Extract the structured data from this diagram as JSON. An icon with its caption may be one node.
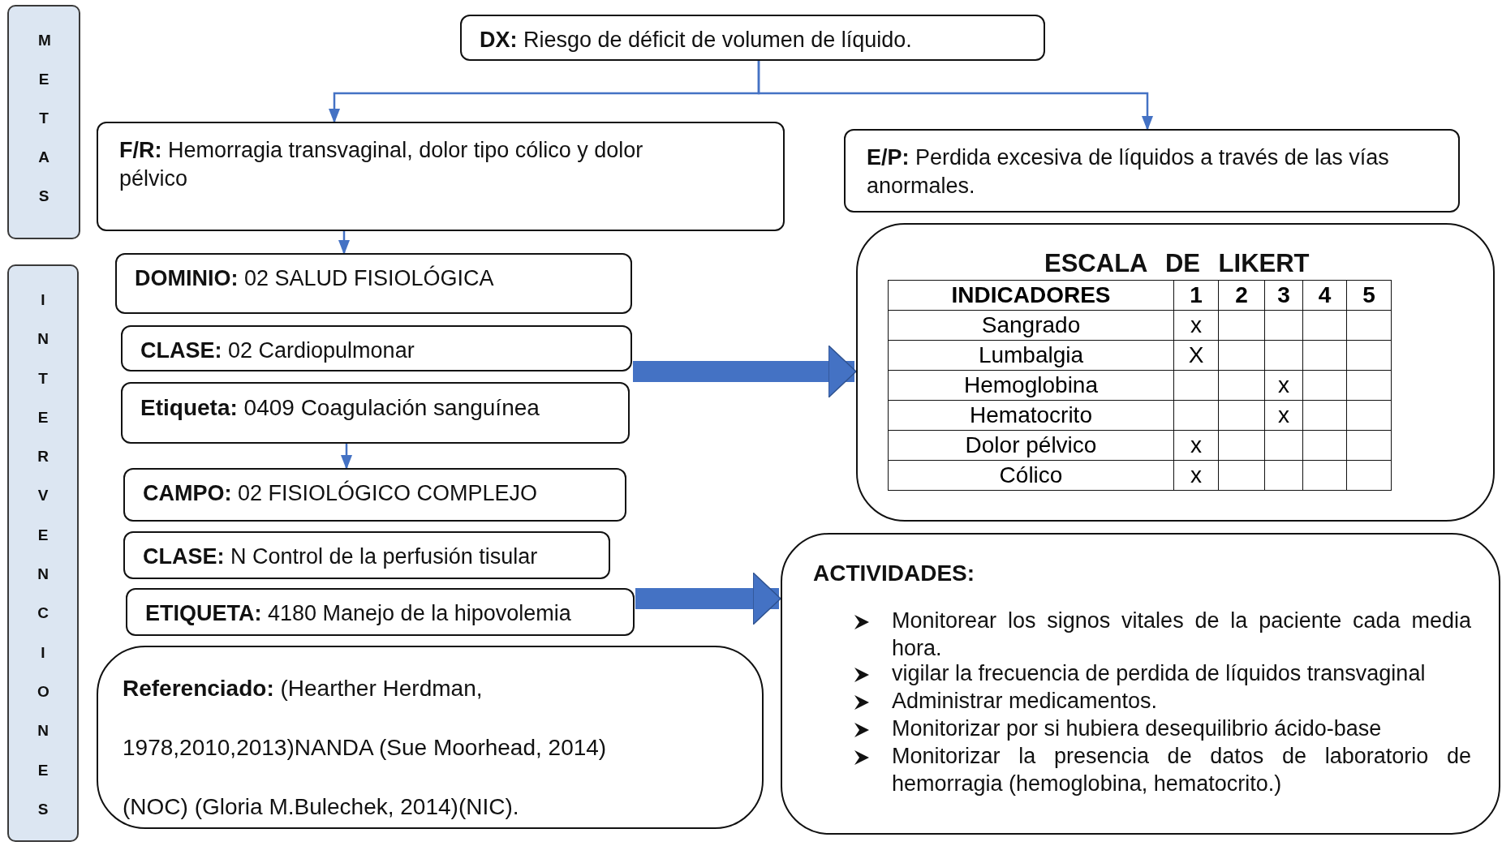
{
  "diagram": {
    "nodes": [
      {
        "text": [
          "METAS"
        ]
      },
      {
        "text": [
          "INTERVENCIONES"
        ]
      },
      {
        "text": [
          "**DX:** Riesgo de déficit de volumen de líquido."
        ]
      },
      {
        "text": [
          "**F/R:** Hemorragia transvaginal, dolor tipo cólico y dolor pélvico"
        ]
      },
      {
        "text": [
          "**E/P:** Perdida excesiva de líquidos a través de las vías anormales."
        ]
      },
      {
        "text": [
          "**DOMINIO:** 02 SALUD FISIOLÓGICA"
        ]
      },
      {
        "text": [
          "**CLASE:** 02 Cardiopulmonar"
        ]
      },
      {
        "text": [
          "**Etiqueta:** 0409 Coagulación sanguínea"
        ]
      },
      {
        "text": [
          "**CAMPO:** 02 FISIOLÓGICO COMPLEJO"
        ]
      },
      {
        "text": [
          "**CLASE:** N Control de la perfusión tisular"
        ]
      },
      {
        "text": [
          "**ETIQUETA:** 4180 Manejo de la hipovolemia"
        ]
      },
      {
        "text": [
          "**Referenciado:** (Hearther Herdman, 1978,2010,2013)NANDA (Sue Moorhead, 2014)(NOC) (Gloria M.Bulechek, 2014)(NIC)."
        ]
      },
      {
        "text": [
          "ESCALA DE LIKERT"
        ]
      },
      {
        "text": [
          "ACTIVIDADES:",
          "Monitorear los signos vitales de la paciente cada media hora.",
          "vigilar la frecuencia de perdida de líquidos transvaginal",
          "Administrar medicamentos.",
          "Monitorizar por si hubiera desequilibrio ácido-base",
          "Monitorizar la presencia de datos de laboratorio de hemorragia (hemoglobina, hematocrito.)"
        ]
      }
    ],
    "edges": [
      {
        "from": 2,
        "to": 3,
        "arrow": "to"
      },
      {
        "from": 2,
        "to": 4,
        "arrow": "to"
      },
      {
        "from": 3,
        "to": 5,
        "arrow": "to"
      },
      {
        "from": 7,
        "to": 8,
        "arrow": "to"
      },
      {
        "from": 6,
        "to": 12,
        "arrow": "to",
        "style": "thick"
      },
      {
        "from": 10,
        "to": 13,
        "arrow": "to",
        "style": "thick"
      }
    ],
    "labels": [
      "INDICADORES",
      "1",
      "2",
      "3",
      "4",
      "5",
      "Sangrado",
      "x",
      "Lumbalgia",
      "X",
      "Hemoglobina",
      "x",
      "Hematocrito",
      "x",
      "Dolor pélvico",
      "x",
      "Cólico",
      "x"
    ]
  }
}
